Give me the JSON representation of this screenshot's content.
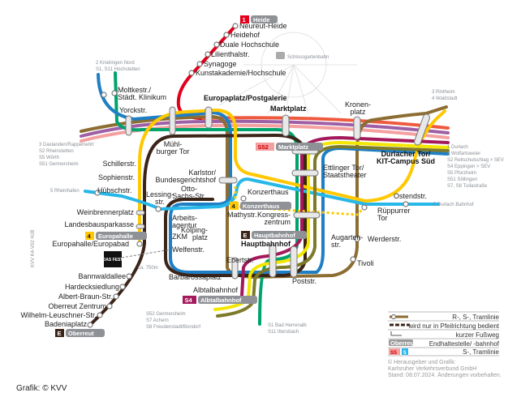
{
  "title": "Karlsruhe Innenstadt Liniennetz",
  "colors": {
    "line1": "#e3001b",
    "line2": "#1f7fc4",
    "line3": "#8c6d32",
    "line4": "#ffc800",
    "line5": "#27b7e8",
    "lineE": "#3b2418",
    "s1": "#00a36c",
    "s2": "#9e5fa5",
    "s5": "#f4a0a0",
    "s4": "#a3195b",
    "s7": "#f3e600",
    "s8": "#7d7a2a"
  },
  "badges": [
    {
      "id": "heide",
      "line": "1",
      "label": "Heide"
    },
    {
      "id": "marktplatz",
      "line": "S52",
      "label": "Marktplatz"
    },
    {
      "id": "konzerthaus",
      "line": "4",
      "label": "Konzerthaus"
    },
    {
      "id": "hauptbahnhof",
      "line": "E",
      "label": "Hauptbahnhof"
    },
    {
      "id": "europahalle",
      "line": "4",
      "label": "Europahalle"
    },
    {
      "id": "albtalbahnhof",
      "line": "S4",
      "label": "Albtalbahnhof"
    },
    {
      "id": "oberreut",
      "line": "E",
      "label": "Oberreut"
    }
  ],
  "stations": [
    {
      "id": "neureut-heide",
      "lines": [
        "Neureut-Heide"
      ]
    },
    {
      "id": "heidehof",
      "lines": [
        "Heidehof"
      ]
    },
    {
      "id": "duale-hochschule",
      "lines": [
        "Duale Hochschule"
      ]
    },
    {
      "id": "lilienthalstr",
      "lines": [
        "Lilienthalstr."
      ]
    },
    {
      "id": "synagoge",
      "lines": [
        "Synagoge"
      ]
    },
    {
      "id": "kunstakademie",
      "lines": [
        "Kunstakademie/Hochschule"
      ]
    },
    {
      "id": "moltkestr",
      "lines": [
        "Moltkestr./",
        "Städt. Klinikum"
      ]
    },
    {
      "id": "yorckstr",
      "lines": [
        "Yorckstr."
      ]
    },
    {
      "id": "europaplatz",
      "lines": [
        "Europaplatz/Postgalerie"
      ],
      "bold": true
    },
    {
      "id": "marktplatz",
      "lines": [
        "Marktplatz"
      ],
      "bold": true
    },
    {
      "id": "kronenplatz",
      "lines": [
        "Kronen-",
        "platz"
      ]
    },
    {
      "id": "muehlburger-tor",
      "lines": [
        "Mühl-",
        "burger Tor"
      ]
    },
    {
      "id": "schillerstr",
      "lines": [
        "Schillerstr."
      ]
    },
    {
      "id": "sophienstr",
      "lines": [
        "Sophienstr."
      ]
    },
    {
      "id": "huebschstr",
      "lines": [
        "Hübschstr."
      ]
    },
    {
      "id": "karlstor",
      "lines": [
        "Karlstor/",
        "Bundesgerichtshof"
      ]
    },
    {
      "id": "otto-sachs-str",
      "lines": [
        "Otto-",
        "Sachs-Str."
      ]
    },
    {
      "id": "lessingstr",
      "lines": [
        "Lessing-",
        "str."
      ]
    },
    {
      "id": "weinbrennerplatz",
      "lines": [
        "Weinbrennerplatz"
      ]
    },
    {
      "id": "landesbausparkasse",
      "lines": [
        "Landesbausparkasse"
      ]
    },
    {
      "id": "europahalle",
      "lines": [
        "Europahalle/Europabad"
      ]
    },
    {
      "id": "arbeitsagentur",
      "lines": [
        "Arbeits-",
        "agentur"
      ]
    },
    {
      "id": "zkm",
      "lines": [
        "ZKM"
      ]
    },
    {
      "id": "kolpingplatz",
      "lines": [
        "Kolping-",
        "platz"
      ]
    },
    {
      "id": "welfenstr",
      "lines": [
        "Welfenstr."
      ]
    },
    {
      "id": "mathystr",
      "lines": [
        "Mathystr."
      ]
    },
    {
      "id": "konzerthaus",
      "lines": [
        "Konzerthaus"
      ]
    },
    {
      "id": "kongresszentrum",
      "lines": [
        "Kongress-",
        "zentrum"
      ]
    },
    {
      "id": "hauptbahnhof",
      "lines": [
        "Hauptbahnhof"
      ],
      "bold": true
    },
    {
      "id": "ebertstr",
      "lines": [
        "Ebertstr."
      ]
    },
    {
      "id": "barbarossaplatz",
      "lines": [
        "Barbarossaplatz"
      ]
    },
    {
      "id": "albtalbahnhof",
      "lines": [
        "Albtalbahnhof"
      ]
    },
    {
      "id": "poststr",
      "lines": [
        "Poststr."
      ]
    },
    {
      "id": "augartenstr",
      "lines": [
        "Augarten-",
        "str."
      ]
    },
    {
      "id": "werderstr",
      "lines": [
        "Werderstr."
      ]
    },
    {
      "id": "tivoli",
      "lines": [
        "Tivoli"
      ]
    },
    {
      "id": "rueppurrer-tor",
      "lines": [
        "Rüppurrer",
        "Tor"
      ]
    },
    {
      "id": "ostendstr",
      "lines": [
        "Ostendstr."
      ]
    },
    {
      "id": "ettlinger-tor",
      "lines": [
        "Ettlinger Tor/",
        "Staatstheater"
      ]
    },
    {
      "id": "durlacher-tor",
      "lines": [
        "Durlacher Tor/",
        "KIT-Campus Süd"
      ],
      "bold": true
    },
    {
      "id": "bannwaldallee",
      "lines": [
        "Bannwaldallee"
      ]
    },
    {
      "id": "hardecksiedlung",
      "lines": [
        "Hardecksiedlung"
      ]
    },
    {
      "id": "albert-braun-str",
      "lines": [
        "Albert-Braun-Str."
      ]
    },
    {
      "id": "oberreut-zentrum",
      "lines": [
        "Oberreut Zentrum"
      ]
    },
    {
      "id": "wilhelm-leuschner-str",
      "lines": [
        "Wilhelm-Leuschner-Str."
      ]
    },
    {
      "id": "badeniaplatz",
      "lines": [
        "Badeniaplatz"
      ]
    }
  ],
  "destinations": [
    {
      "id": "nw",
      "lines": [
        "2 Knielingen Nord",
        "S1, S11 Hochstetten"
      ]
    },
    {
      "id": "w",
      "lines": [
        "3 Daxlanden/Rappenwört",
        "S2 Rheinstetten",
        "S5 Wörth",
        "S51 Germersheim"
      ]
    },
    {
      "id": "rheinhafen",
      "lines": [
        "5 Rheinhafen"
      ]
    },
    {
      "id": "ne",
      "lines": [
        "3 Rintheim",
        "4 Waldstadt"
      ]
    },
    {
      "id": "e",
      "lines": [
        "1 Durlach",
        "2 Wolfartsweier",
        "S2 Reitschulschlag > SEV",
        "S4 Eppingen > SEV",
        "S5 Pforzheim",
        "S51 Söllingen",
        "S7, S8 Tullastraße"
      ]
    },
    {
      "id": "durlach-bf",
      "lines": [
        "5 Durlach Bahnhof"
      ]
    },
    {
      "id": "sw",
      "lines": [
        "S52 Germersheim",
        "S7 Achern",
        "S8 Freudenstadt/Bondorf"
      ]
    },
    {
      "id": "s",
      "lines": [
        "S1 Bad Herrenalb",
        "S11 Ittersbach"
      ]
    }
  ],
  "schlossgartenbahn": "Schlossgartenbahn",
  "walk_distance": "ca. 750m",
  "fest_logo": "DAS FEST",
  "code": "KVV K4-V02 HJB",
  "legend": {
    "rows": [
      "R-, S-, Tramlinie",
      "wird nur in Pfeilrichtung bedient",
      "kurzer Fußweg",
      "Endhaltestelle/ -bahnhof",
      "S-, Tramlinie"
    ],
    "sample_terminus": "Oberreut",
    "sample_s": "S5",
    "sample_tram": "5"
  },
  "credits": [
    "© Herausgeber und Grafik:",
    "Karlsruher Verkehrsverbund GmbH",
    "Stand: 08.07.2024. Änderungen vorbehalten."
  ],
  "footer": "Grafik: © KVV"
}
